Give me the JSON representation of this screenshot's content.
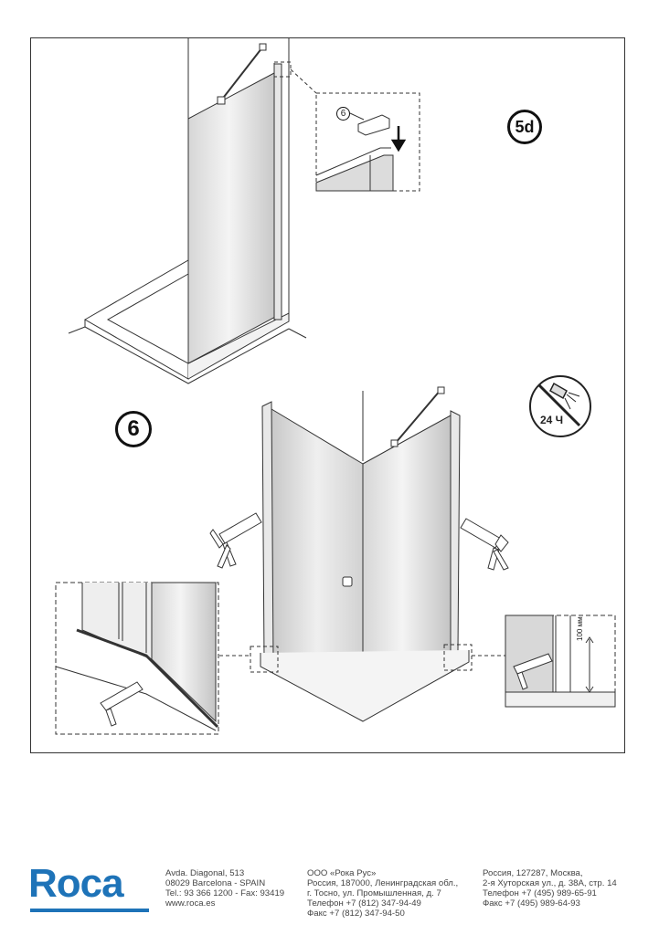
{
  "steps": {
    "step_a": "5d",
    "step_b": "6"
  },
  "part_number": "6",
  "cure_time": "24 Ч",
  "dimension": "100 мм",
  "brand": {
    "name": "Roca",
    "color": "#1e73b8"
  },
  "addresses": {
    "spain": [
      "Avda. Diagonal, 513",
      "08029 Barcelona - SPAIN",
      "Tel.: 93 366 1200 - Fax: 93419",
      "www.roca.es"
    ],
    "russia_1": [
      "ООО «Рока Рус»",
      "Россия, 187000, Ленинградская обл.,",
      "г. Тосно, ул. Промышленная, д. 7",
      "Телефон +7 (812) 347-94-49",
      "Факс +7 (812) 347-94-50"
    ],
    "russia_2": [
      "Россия, 127287, Москва,",
      "2-я Хуторская ул., д. 38А, стр. 14",
      "Телефон +7 (495) 989-65-91",
      "Факс +7 (495) 989-64-93"
    ]
  },
  "icons": [
    "no-shower-icon",
    "caulk-gun-icon",
    "down-arrow-icon"
  ]
}
